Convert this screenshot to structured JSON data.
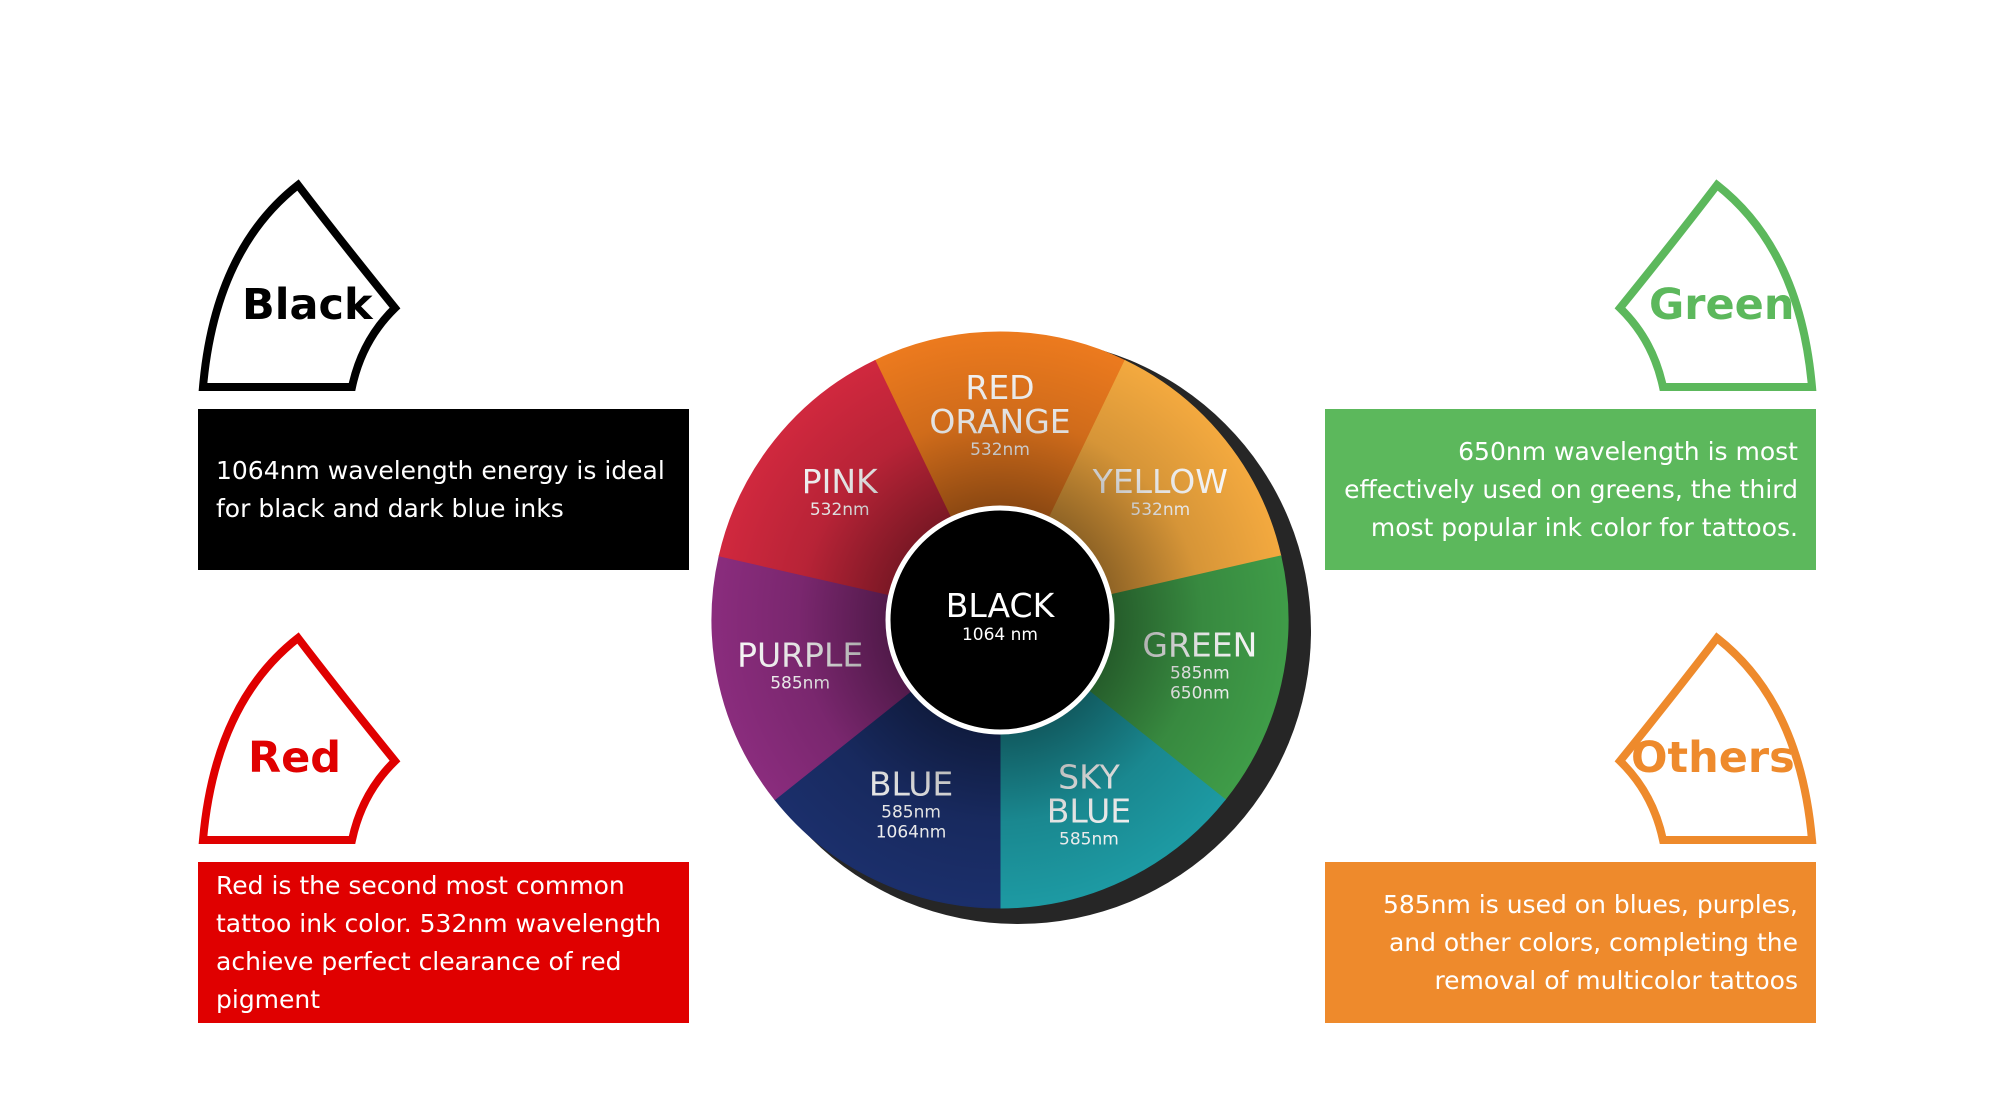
{
  "panels": {
    "black": {
      "title": "Black",
      "text": "1064nm wavelength energy is ideal for black and dark blue inks",
      "color": "#000000",
      "text_color": "#000000"
    },
    "red": {
      "title": "Red",
      "text": "Red is the second most common tattoo ink color. 532nm wavelength achieve perfect clearance of red pigment",
      "color": "#e00000",
      "text_color": "#e00000"
    },
    "green": {
      "title": "Green",
      "text": "650nm wavelength is most effectively used on greens, the third most popular ink color for tattoos.",
      "color": "#5cb85c",
      "text_color": "#5cb85c"
    },
    "others": {
      "title": "Others",
      "text": "585nm is used on blues, purples, and other colors, completing the removal of multicolor tattoos",
      "color": "#ee8a2c",
      "text_color": "#ee8a2c"
    }
  },
  "wheel": {
    "center": {
      "name": "BLACK",
      "wavelength": "1064 nm",
      "color": "#000000"
    },
    "segments": [
      {
        "lines": [
          "RED",
          "ORANGE"
        ],
        "wavelengths": [
          "532nm"
        ],
        "color": "#ec7a1e"
      },
      {
        "lines": [
          "YELLOW"
        ],
        "wavelengths": [
          "532nm"
        ],
        "color": "#f3a93f"
      },
      {
        "lines": [
          "GREEN"
        ],
        "wavelengths": [
          "585nm",
          "650nm"
        ],
        "color": "#3f9c48"
      },
      {
        "lines": [
          "SKY",
          "BLUE"
        ],
        "wavelengths": [
          "585nm"
        ],
        "color": "#1d9aa3"
      },
      {
        "lines": [
          "BLUE"
        ],
        "wavelengths": [
          "585nm",
          "1064nm"
        ],
        "color": "#1b2f6b"
      },
      {
        "lines": [
          "PURPLE"
        ],
        "wavelengths": [
          "585nm"
        ],
        "color": "#8a2c7d"
      },
      {
        "lines": [
          "PINK"
        ],
        "wavelengths": [
          "532nm"
        ],
        "color": "#d0283e"
      }
    ]
  }
}
